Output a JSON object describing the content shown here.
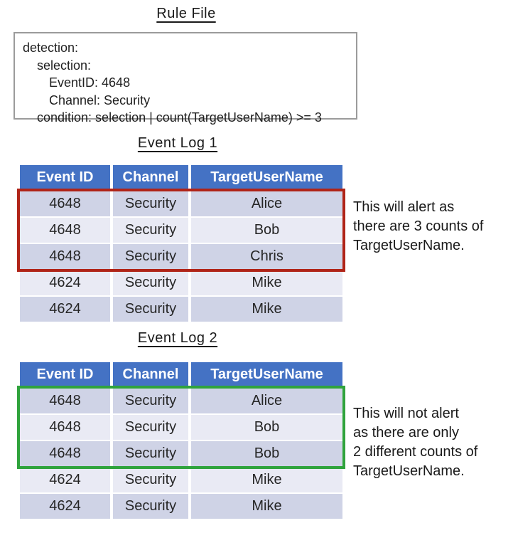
{
  "colors": {
    "table_header_bg": "#4472c4",
    "table_header_text": "#ffffff",
    "row_band_dark": "#cfd3e6",
    "row_band_light": "#e9eaf4",
    "alert_highlight_border": "#b02418",
    "no_alert_highlight_border": "#2fa33c",
    "rule_box_border": "#9b9b9b",
    "text": "#1f1f1f"
  },
  "rule_file": {
    "title": "Rule File",
    "lines": [
      "detection:",
      "selection:",
      "EventID: 4648",
      "Channel: Security",
      "condition: selection | count(TargetUserName) >= 3"
    ]
  },
  "log1": {
    "title": "Event Log 1",
    "headers": [
      "Event ID",
      "Channel",
      "TargetUserName"
    ],
    "rows": [
      [
        "4648",
        "Security",
        "Alice"
      ],
      [
        "4648",
        "Security",
        "Bob"
      ],
      [
        "4648",
        "Security",
        "Chris"
      ],
      [
        "4624",
        "Security",
        "Mike"
      ],
      [
        "4624",
        "Security",
        "Mike"
      ]
    ],
    "highlighted_rows": [
      1,
      2,
      3
    ],
    "note_lines": [
      "This will alert as",
      "there are 3 counts of",
      "TargetUserName."
    ]
  },
  "log2": {
    "title": "Event Log 2",
    "headers": [
      "Event ID",
      "Channel",
      "TargetUserName"
    ],
    "rows": [
      [
        "4648",
        "Security",
        "Alice"
      ],
      [
        "4648",
        "Security",
        "Bob"
      ],
      [
        "4648",
        "Security",
        "Bob"
      ],
      [
        "4624",
        "Security",
        "Mike"
      ],
      [
        "4624",
        "Security",
        "Mike"
      ]
    ],
    "highlighted_rows": [
      1,
      2,
      3
    ],
    "note_lines": [
      "This will not alert",
      "as there are only",
      "2 different counts of",
      "TargetUserName."
    ]
  }
}
